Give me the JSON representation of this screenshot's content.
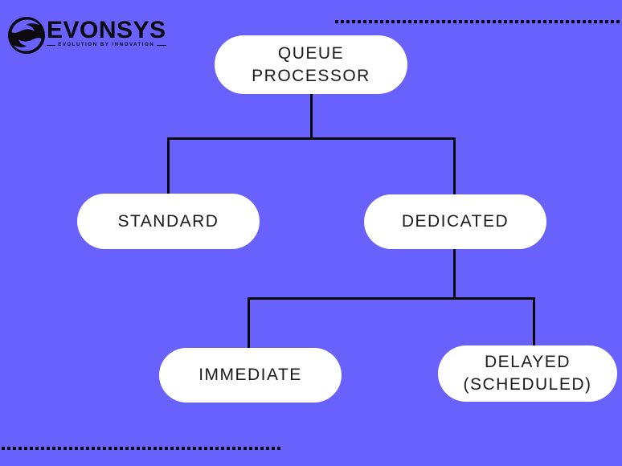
{
  "logo": {
    "name": "EVONSYS",
    "tagline": "EVOLUTION BY INNOVATION"
  },
  "diagram": {
    "type": "flowchart-tree",
    "nodes": [
      {
        "id": "queue-processor",
        "label": "QUEUE PROCESSOR",
        "level": 0
      },
      {
        "id": "standard",
        "label": "STANDARD",
        "level": 1
      },
      {
        "id": "dedicated",
        "label": "DEDICATED",
        "level": 1
      },
      {
        "id": "immediate",
        "label": "IMMEDIATE",
        "level": 2
      },
      {
        "id": "delayed",
        "label": "DELAYED (SCHEDULED)",
        "level": 2
      }
    ],
    "edges": [
      {
        "from": "queue-processor",
        "to": "standard"
      },
      {
        "from": "queue-processor",
        "to": "dedicated"
      },
      {
        "from": "dedicated",
        "to": "immediate"
      },
      {
        "from": "dedicated",
        "to": "delayed"
      }
    ]
  },
  "colors": {
    "background": "#6861FB",
    "node_fill": "#FFFFFF",
    "node_text": "#1A1A1A",
    "line": "#0A0A0A",
    "logo": "#0B0B10"
  }
}
